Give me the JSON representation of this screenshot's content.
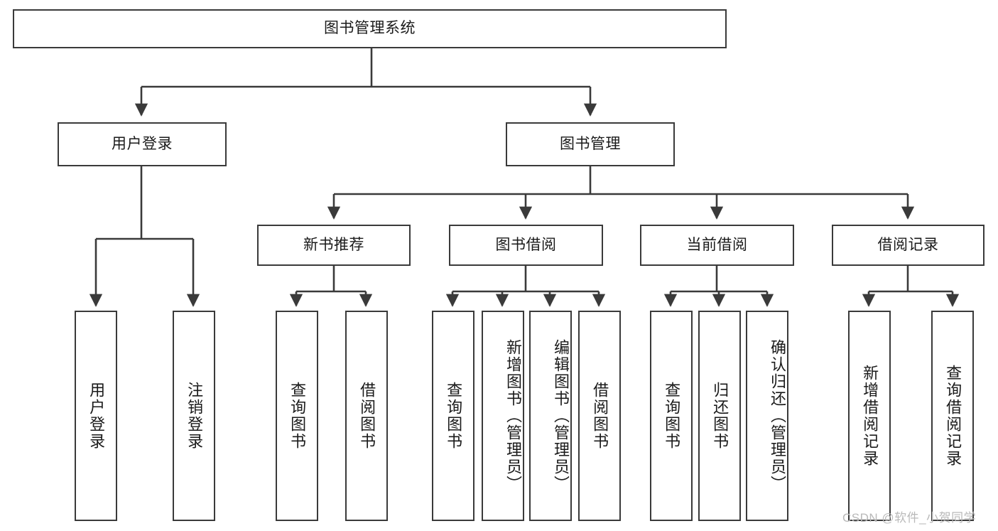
{
  "diagram": {
    "type": "hierarchy-tree",
    "title": "图书管理系统",
    "root": {
      "id": "root",
      "label": "图书管理系统",
      "orientation": "horizontal"
    },
    "level2": [
      {
        "id": "user-login",
        "label": "用户登录",
        "orientation": "horizontal"
      },
      {
        "id": "book-manage",
        "label": "图书管理",
        "orientation": "horizontal"
      }
    ],
    "level3": [
      {
        "id": "new-book-recommend",
        "label": "新书推荐",
        "orientation": "horizontal",
        "parent": "book-manage"
      },
      {
        "id": "book-borrow",
        "label": "图书借阅",
        "orientation": "horizontal",
        "parent": "book-manage"
      },
      {
        "id": "current-borrow",
        "label": "当前借阅",
        "orientation": "horizontal",
        "parent": "book-manage"
      },
      {
        "id": "borrow-record",
        "label": "借阅记录",
        "orientation": "horizontal",
        "parent": "book-manage"
      }
    ],
    "leaves": [
      {
        "id": "leaf-user-login",
        "label": "用户登录",
        "parent": "user-login",
        "orientation": "vertical"
      },
      {
        "id": "leaf-logout-login",
        "label": "注销登录",
        "parent": "user-login",
        "orientation": "vertical"
      },
      {
        "id": "leaf-query-book-1",
        "label": "查询图书",
        "parent": "new-book-recommend",
        "orientation": "vertical"
      },
      {
        "id": "leaf-borrow-book-1",
        "label": "借阅图书",
        "parent": "new-book-recommend",
        "orientation": "vertical"
      },
      {
        "id": "leaf-query-book-2",
        "label": "查询图书",
        "parent": "book-borrow",
        "orientation": "vertical"
      },
      {
        "id": "leaf-add-book-admin",
        "label": "新增图书（管理员）",
        "parent": "book-borrow",
        "orientation": "vertical"
      },
      {
        "id": "leaf-edit-book-admin",
        "label": "编辑图书（管理员）",
        "parent": "book-borrow",
        "orientation": "vertical"
      },
      {
        "id": "leaf-borrow-book-2",
        "label": "借阅图书",
        "parent": "book-borrow",
        "orientation": "vertical"
      },
      {
        "id": "leaf-query-book-3",
        "label": "查询图书",
        "parent": "current-borrow",
        "orientation": "vertical"
      },
      {
        "id": "leaf-return-book",
        "label": "归还图书",
        "parent": "current-borrow",
        "orientation": "vertical"
      },
      {
        "id": "leaf-confirm-return-admin",
        "label": "确认归还（管理员）",
        "parent": "current-borrow",
        "orientation": "vertical"
      },
      {
        "id": "leaf-add-borrow-record",
        "label": "新增借阅记录",
        "parent": "borrow-record",
        "orientation": "vertical"
      },
      {
        "id": "leaf-query-borrow-record",
        "label": "查询借阅记录",
        "parent": "borrow-record",
        "orientation": "vertical"
      }
    ],
    "watermark": "CSDN @软件_小贺同学",
    "colors": {
      "stroke": "#3a3a3a",
      "text": "#1a1a1a",
      "background": "#ffffff",
      "watermark": "#b9b9b9"
    }
  }
}
